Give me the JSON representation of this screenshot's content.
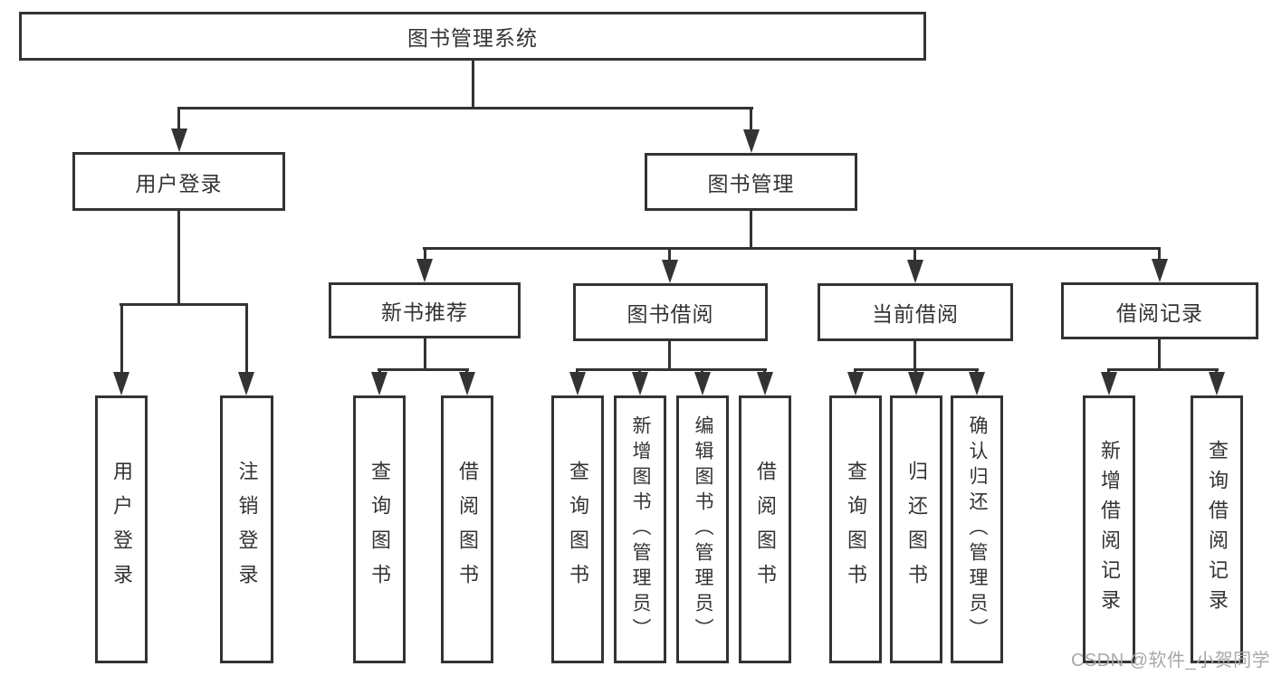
{
  "watermark": "CSDN @软件_小贺同学",
  "colors": {
    "line": "#333333",
    "text": "#333333",
    "watermark_text": "#a8a8a8",
    "background": "#ffffff"
  },
  "nodes": {
    "root": {
      "label": "图书管理系统"
    },
    "user_login": {
      "label": "用户登录"
    },
    "book_mgmt": {
      "label": "图书管理"
    },
    "new_book_rec": {
      "label": "新书推荐"
    },
    "book_borrow": {
      "label": "图书借阅"
    },
    "current_borrow": {
      "label": "当前借阅"
    },
    "borrow_record": {
      "label": "借阅记录"
    },
    "login_leaf": {
      "label": "用户登录"
    },
    "logout_leaf": {
      "label": "注销登录"
    },
    "rec_query": {
      "label": "查询图书"
    },
    "rec_borrow": {
      "label": "借阅图书"
    },
    "bb_query": {
      "label": "查询图书"
    },
    "bb_add": {
      "label": "新增图书（管理员）"
    },
    "bb_edit": {
      "label": "编辑图书（管理员）"
    },
    "bb_borrow": {
      "label": "借阅图书"
    },
    "cb_query": {
      "label": "查询图书"
    },
    "cb_return": {
      "label": "归还图书"
    },
    "cb_confirm": {
      "label": "确认归还（管理员）"
    },
    "br_add": {
      "label": "新增借阅记录"
    },
    "br_query": {
      "label": "查询借阅记录"
    }
  }
}
